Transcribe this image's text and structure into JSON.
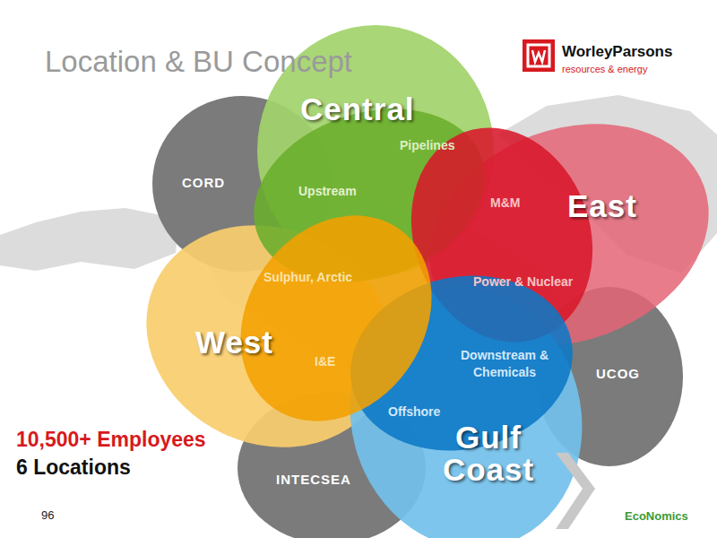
{
  "diagram": {
    "title": "Location & BU Concept",
    "nodes": [
      {
        "text": [
          "Central"
        ]
      },
      {
        "text": [
          "CORD"
        ]
      },
      {
        "text": [
          "East"
        ]
      },
      {
        "text": [
          "West"
        ]
      },
      {
        "text": [
          "UCOG"
        ]
      },
      {
        "text": [
          "Gulf Coast"
        ]
      },
      {
        "text": [
          "INTECSEA"
        ]
      }
    ],
    "labels": [
      "Pipelines",
      "Upstream",
      "M&M",
      "Sulphur, Arctic",
      "Power & Nuclear",
      "I&E",
      "Downstream & Chemicals",
      "Offshore",
      "WorleyParsons",
      "resources & energy",
      "10,500+ Employees",
      "6 Locations",
      "96",
      "EcoNomics"
    ]
  }
}
